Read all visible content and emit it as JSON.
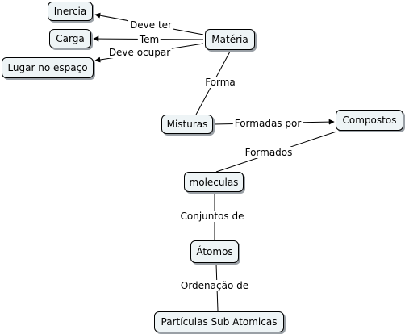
{
  "nodes": {
    "inercia": "Inercia",
    "carga": "Carga",
    "lugar": "Lugar no espaço",
    "materia": "Matéria",
    "misturas": "Misturas",
    "compostos": "Compostos",
    "moleculas": "moleculas",
    "atomos": "Átomos",
    "particulas": "Partículas Sub Atomicas"
  },
  "links": {
    "deve_ter": "Deve ter",
    "tem": "Tem",
    "deve_ocupar": "Deve ocupar",
    "forma": "Forma",
    "formadas_por": "Formadas por",
    "formados": "Formados",
    "conjuntos_de": "Conjuntos de",
    "ordenacao_de": "Ordenação de"
  }
}
